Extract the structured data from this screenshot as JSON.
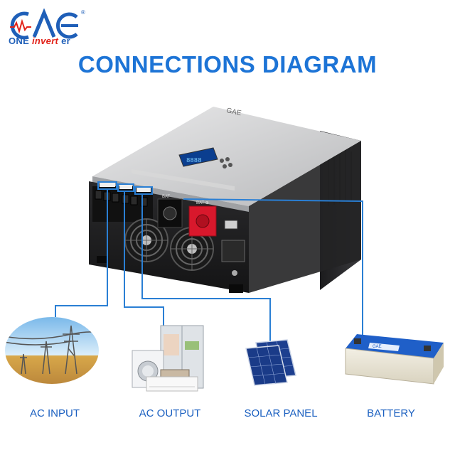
{
  "brand": {
    "logo_text": "GAE",
    "registered": "®",
    "tagline_prefix": "ONE ",
    "tagline_highlight": "invert",
    "tagline_suffix": " er"
  },
  "title": "CONNECTIONS DIAGRAM",
  "inverter": {
    "lcd_digits": "8888",
    "bat_label": "BAT",
    "bat_plus_label": "BAT ⊕"
  },
  "battery": {
    "brand": "GAE"
  },
  "connections": [
    {
      "label": "AC INPUT"
    },
    {
      "label": "AC OUTPUT"
    },
    {
      "label": "SOLAR PANEL"
    },
    {
      "label": "BATTERY"
    }
  ],
  "colors": {
    "accent": "#1d74d6",
    "wire": "#2a7fd4",
    "terminal_red": "#d8182c"
  }
}
